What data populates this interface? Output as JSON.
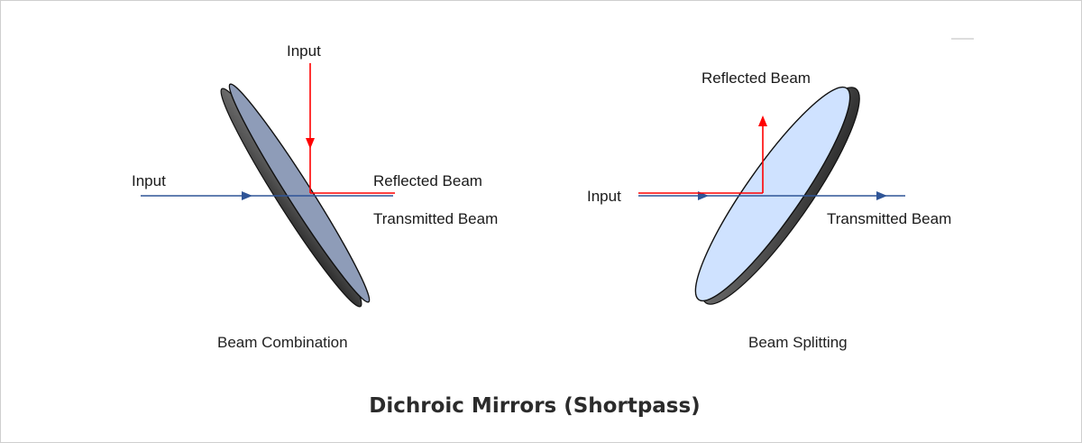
{
  "title": "Dichroic Mirrors (Shortpass)",
  "left_panel": {
    "caption": "Beam Combination",
    "input_top_label": "Input",
    "input_left_label": "Input",
    "reflected_label": "Reflected Beam",
    "transmitted_label": "Transmitted Beam",
    "mirror_color": "#8e9cb8"
  },
  "right_panel": {
    "caption": "Beam Splitting",
    "reflected_label": "Reflected Beam",
    "input_label": "Input",
    "transmitted_label": "Transmitted Beam",
    "mirror_color": "#cfe2ff"
  },
  "colors": {
    "blue_beam": "#2f5597",
    "red_beam": "#ff0000"
  }
}
